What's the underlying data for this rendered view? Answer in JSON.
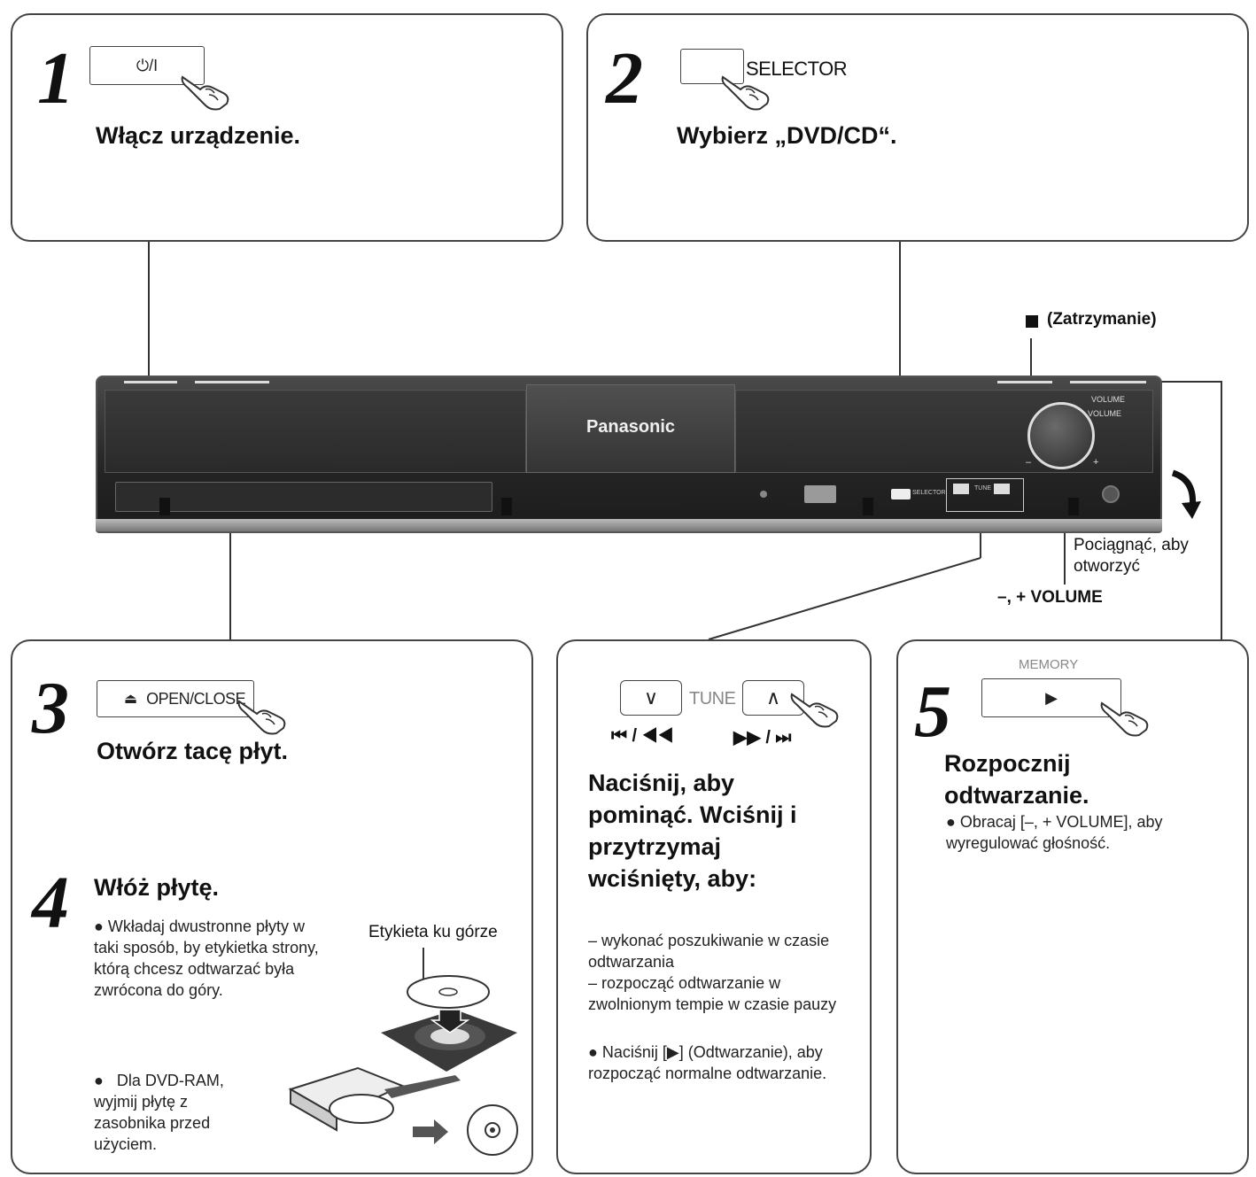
{
  "steps": {
    "s1": {
      "num": "1",
      "key": "⏻/I",
      "heading": "Włącz urządzenie."
    },
    "s2": {
      "num": "2",
      "key_label": "SELECTOR",
      "heading": "Wybierz „DVD/CD“."
    },
    "s3": {
      "num": "3",
      "key": "OPEN/CLOSE",
      "heading": "Otwórz tacę płyt."
    },
    "s4": {
      "num": "4",
      "heading": "Włóż płytę.",
      "bullet1": "Wkładaj dwustronne płyty w taki sposób, by etykietka strony, którą chcesz odtwarzać była zwrócona do góry.",
      "bullet2": "Dla DVD-RAM, wyjmij płytę z zasobnika przed użyciem.",
      "label_up": "Etykieta ku górze"
    },
    "skip": {
      "tune": "TUNE",
      "rev_sym": "⏮ / ◀◀",
      "fwd_sym": "▶▶ / ⏭",
      "heading": "Naciśnij, aby pominąć. Wciśnij i przytrzymaj wciśnięty, aby:",
      "dash1": "wykonać poszukiwanie w czasie odtwarzania",
      "dash2": "rozpocząć odtwarzanie w zwolnionym tempie w czasie pauzy",
      "bullet": "Naciśnij [▶] (Odtwarzanie), aby rozpocząć normalne odtwarzanie."
    },
    "s5": {
      "num": "5",
      "memory": "MEMORY",
      "heading": "Rozpocznij odtwarzanie.",
      "bullet": "Obracaj [–, + VOLUME], aby wyregulować głośność."
    }
  },
  "device": {
    "brand": "Panasonic",
    "volume_top": "VOLUME",
    "volume_sub": "VOLUME",
    "minus": "–",
    "plus": "+",
    "selector_small": "SELECTOR",
    "tune_small": "TUNE"
  },
  "callouts": {
    "stop": "(Zatrzymanie)",
    "pull": "Pociągnąć, aby otworzyć",
    "volume": "–, + VOLUME"
  },
  "colors": {
    "device_dark": "#2e2e2e",
    "device_panel": "#3c3c3c",
    "border": "#444444"
  }
}
